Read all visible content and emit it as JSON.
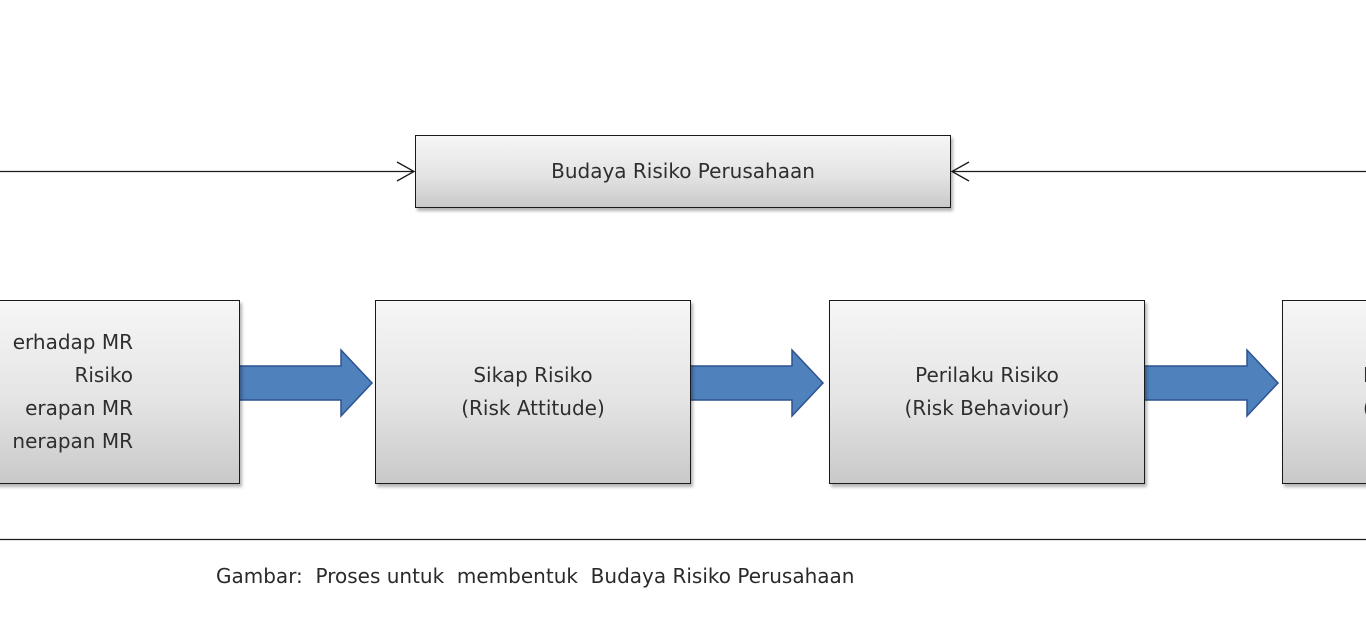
{
  "top_box": {
    "label": "Budaya Risiko Perusahaan"
  },
  "flow_boxes": [
    {
      "lines": [
        "erhadap MR",
        "Risiko",
        "erapan MR",
        "nerapan MR"
      ]
    },
    {
      "lines": [
        "Sikap Risiko",
        "(Risk Attitude)"
      ]
    },
    {
      "lines": [
        "Perilaku Risiko",
        "(Risk Behaviour)"
      ]
    },
    {
      "lines": [
        "B",
        "("
      ]
    }
  ],
  "caption": "Gambar:  Proses untuk  membentuk  Budaya Risiko Perusahaan",
  "colors": {
    "arrow_fill": "#4f81bd",
    "arrow_stroke": "#2f528f",
    "box_border": "#1a1a1a",
    "line": "#1a1a1a"
  }
}
